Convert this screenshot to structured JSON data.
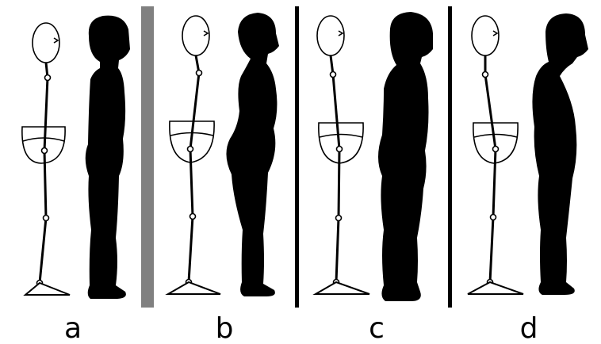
{
  "panels": [
    {
      "label": "a"
    },
    {
      "label": "b"
    },
    {
      "label": "c"
    },
    {
      "label": "d"
    }
  ],
  "divider_colors": [
    "#808080",
    "#000000",
    "#000000"
  ]
}
